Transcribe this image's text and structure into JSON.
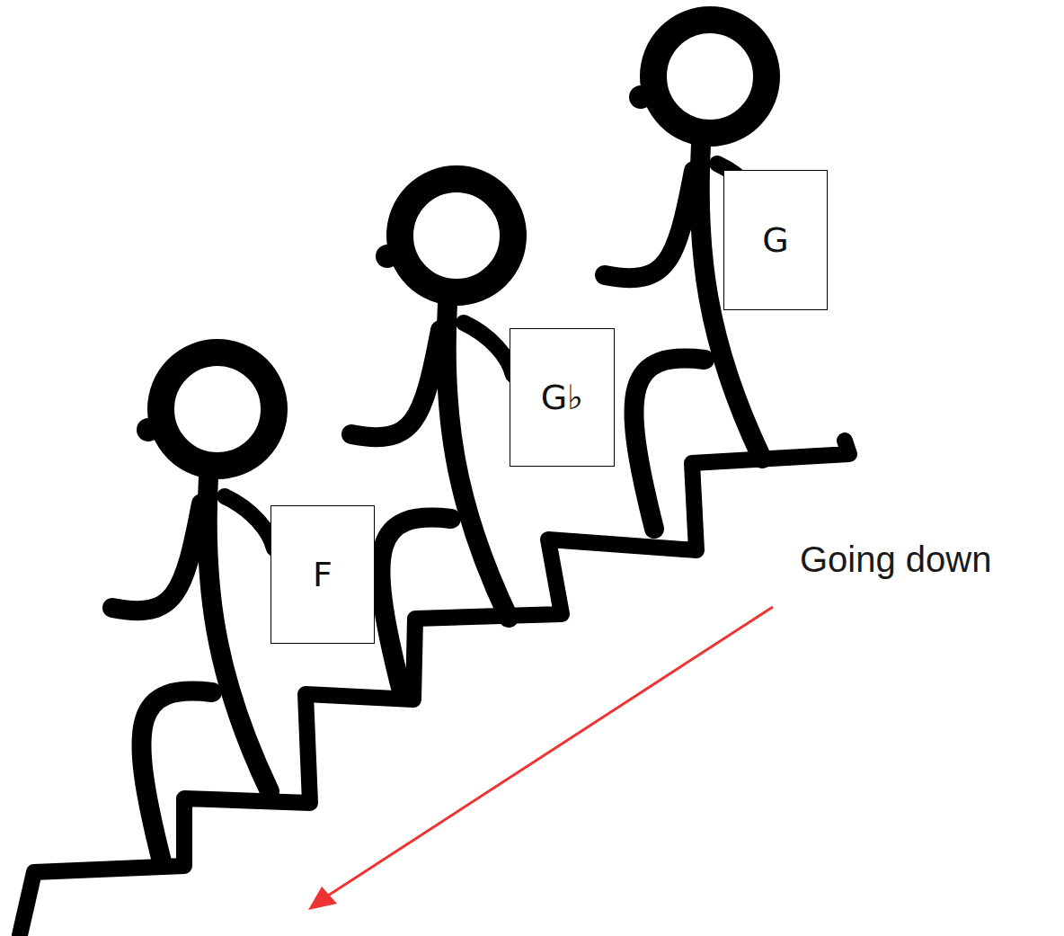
{
  "diagram": {
    "nodes": [
      {
        "text": [
          "F"
        ]
      },
      {
        "text": [
          "G♭"
        ]
      },
      {
        "text": [
          "G"
        ]
      }
    ],
    "labels": [
      "Going down"
    ]
  }
}
